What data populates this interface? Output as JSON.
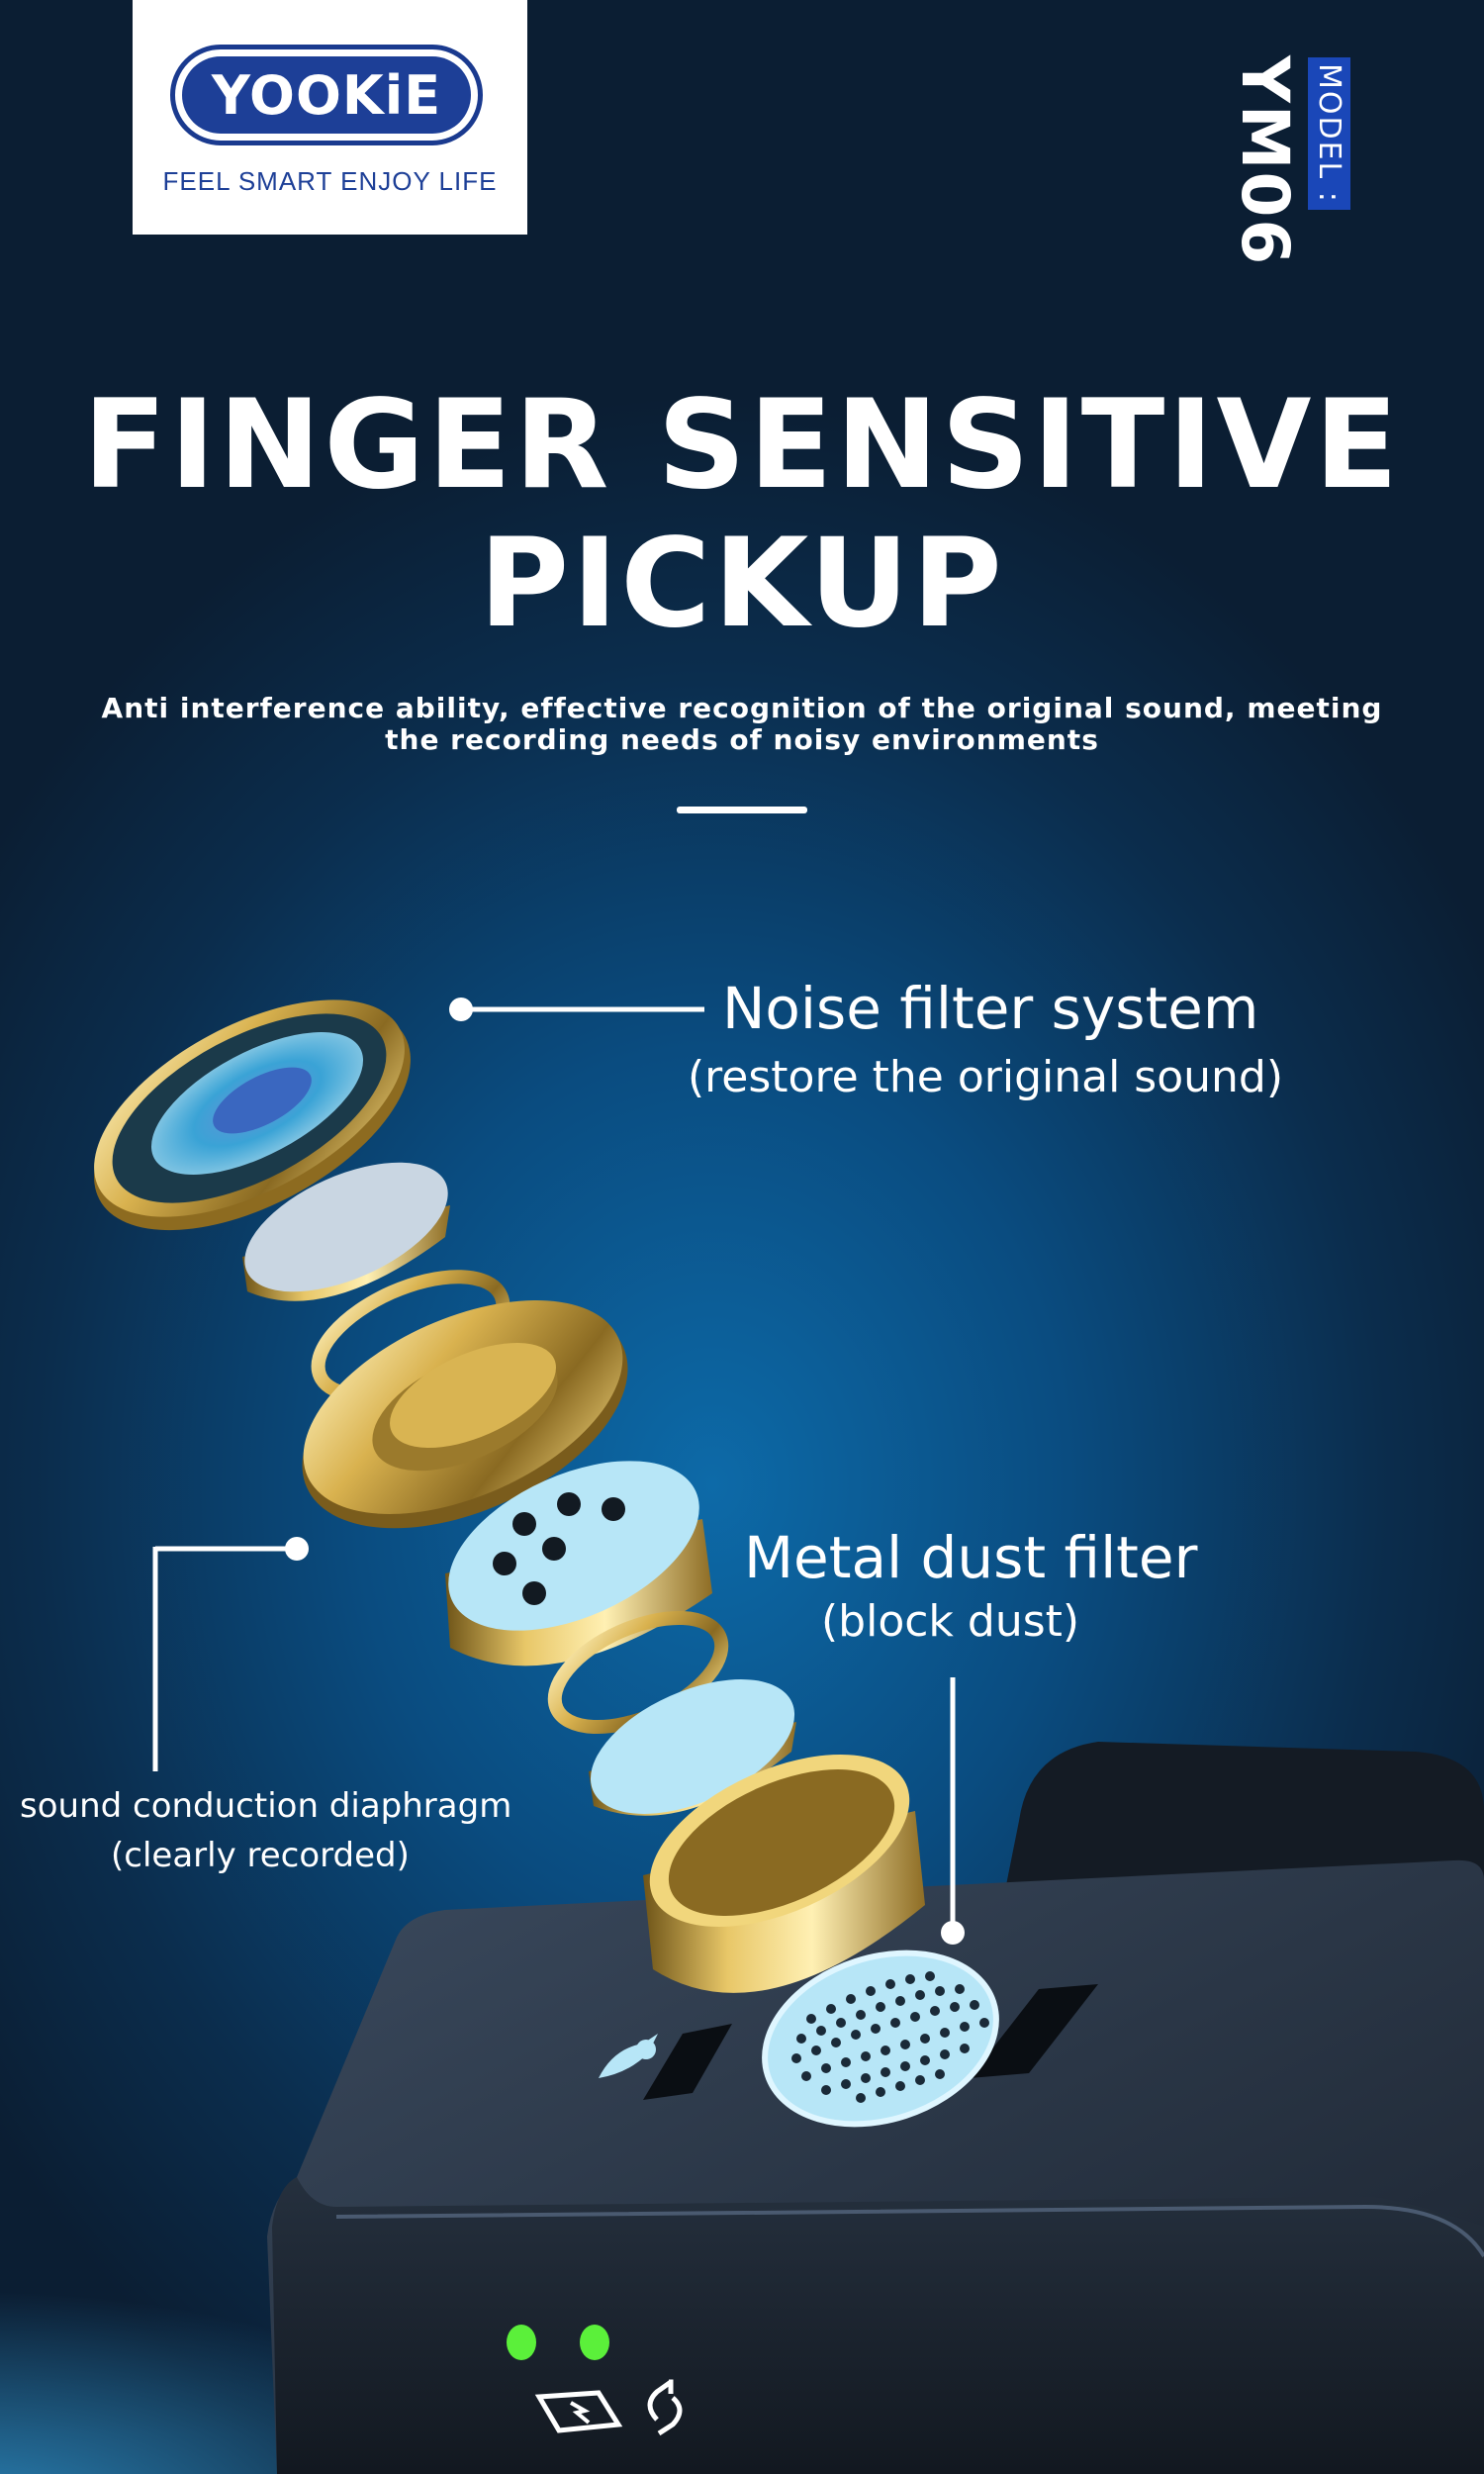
{
  "brand": {
    "wordmark": "YOOKiE",
    "slogan": "FEEL SMART ENJOY LIFE",
    "colors": {
      "brand_blue": "#1d3f97",
      "card": "#ffffff"
    }
  },
  "model": {
    "label": "MODEL :",
    "value": "YM06"
  },
  "headline": {
    "title": "FINGER SENSITIVE PICKUP",
    "subtitle": "Anti interference ability, effective recognition of the original sound, meeting the recording needs of noisy environments"
  },
  "callouts": {
    "noise_filter": {
      "title": "Noise filter system",
      "subtitle": "(restore the original sound)"
    },
    "metal_dust": {
      "title": "Metal dust filter",
      "subtitle": "(block dust)"
    },
    "diaphragm": {
      "title": "sound conduction diaphragm",
      "subtitle": "(clearly recorded)"
    }
  },
  "device": {
    "icons": [
      "microphone-icon",
      "screen-icon",
      "pairing-icon"
    ],
    "indicator_color": "#5bf03a"
  },
  "theme": {
    "background": "#0a4c80",
    "gold": "#d8b552",
    "light_blue": "#b7e6f7"
  }
}
